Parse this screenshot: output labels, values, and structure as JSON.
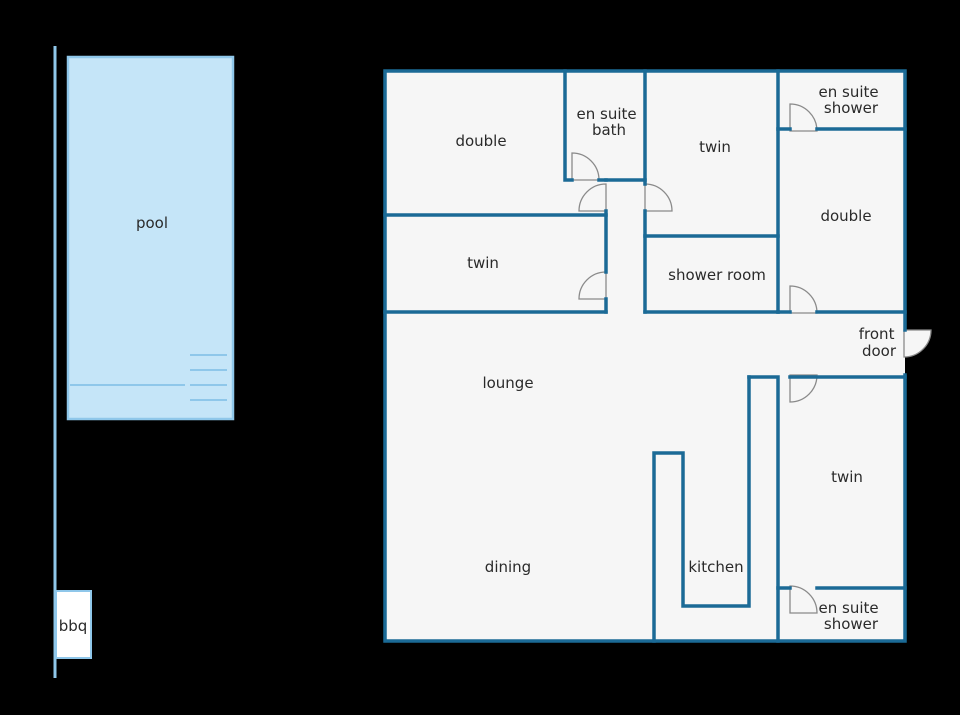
{
  "rooms": {
    "double_top": "double",
    "en_suite_bath": [
      "en suite",
      "bath"
    ],
    "twin_top": "twin",
    "en_suite_shower_top": [
      "en suite",
      "shower"
    ],
    "double_right": "double",
    "twin_left": "twin",
    "shower_room": "shower room",
    "front_door": [
      "front",
      "door"
    ],
    "lounge": "lounge",
    "dining": "dining",
    "kitchen": "kitchen",
    "twin_right": "twin",
    "en_suite_shower_bottom": [
      "en suite",
      "shower"
    ]
  },
  "outdoor": {
    "pool": "pool",
    "bbq": "bbq"
  },
  "colors": {
    "background": "#000000",
    "wall": "#1b6a96",
    "floor": "#f6f6f6",
    "pool_fill": "#c5e5f8",
    "pool_edge": "#8fc7ea"
  }
}
